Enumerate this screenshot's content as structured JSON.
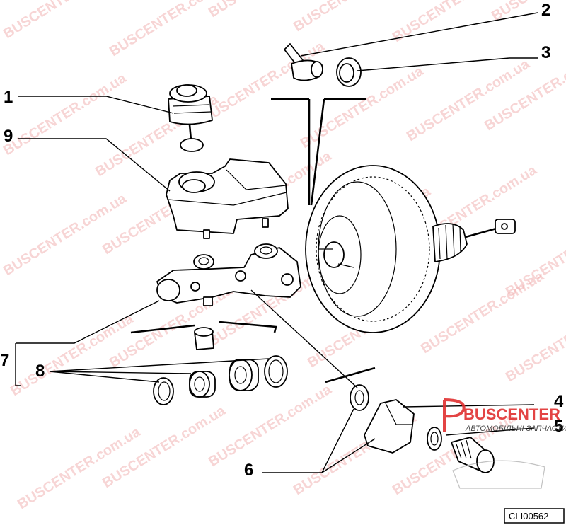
{
  "diagram": {
    "callouts": [
      {
        "id": "c1",
        "label": "1"
      },
      {
        "id": "c2",
        "label": "2"
      },
      {
        "id": "c3",
        "label": "3"
      },
      {
        "id": "c4",
        "label": "4"
      },
      {
        "id": "c5",
        "label": "5"
      },
      {
        "id": "c6",
        "label": "6"
      },
      {
        "id": "c7",
        "label": "7"
      },
      {
        "id": "c8",
        "label": "8"
      },
      {
        "id": "c9",
        "label": "9"
      }
    ],
    "drawing_code": "CLI00562"
  },
  "watermark": {
    "text_prefix": "BUSCENTER",
    "text_suffix": ".com.ua",
    "color": "#f0a0a0"
  },
  "logo": {
    "name": "BUSCENTER",
    "subtitle": "АВТОМОБІЛЬНІ ЗАПЧАСТИНИ",
    "color": "#e03030"
  }
}
